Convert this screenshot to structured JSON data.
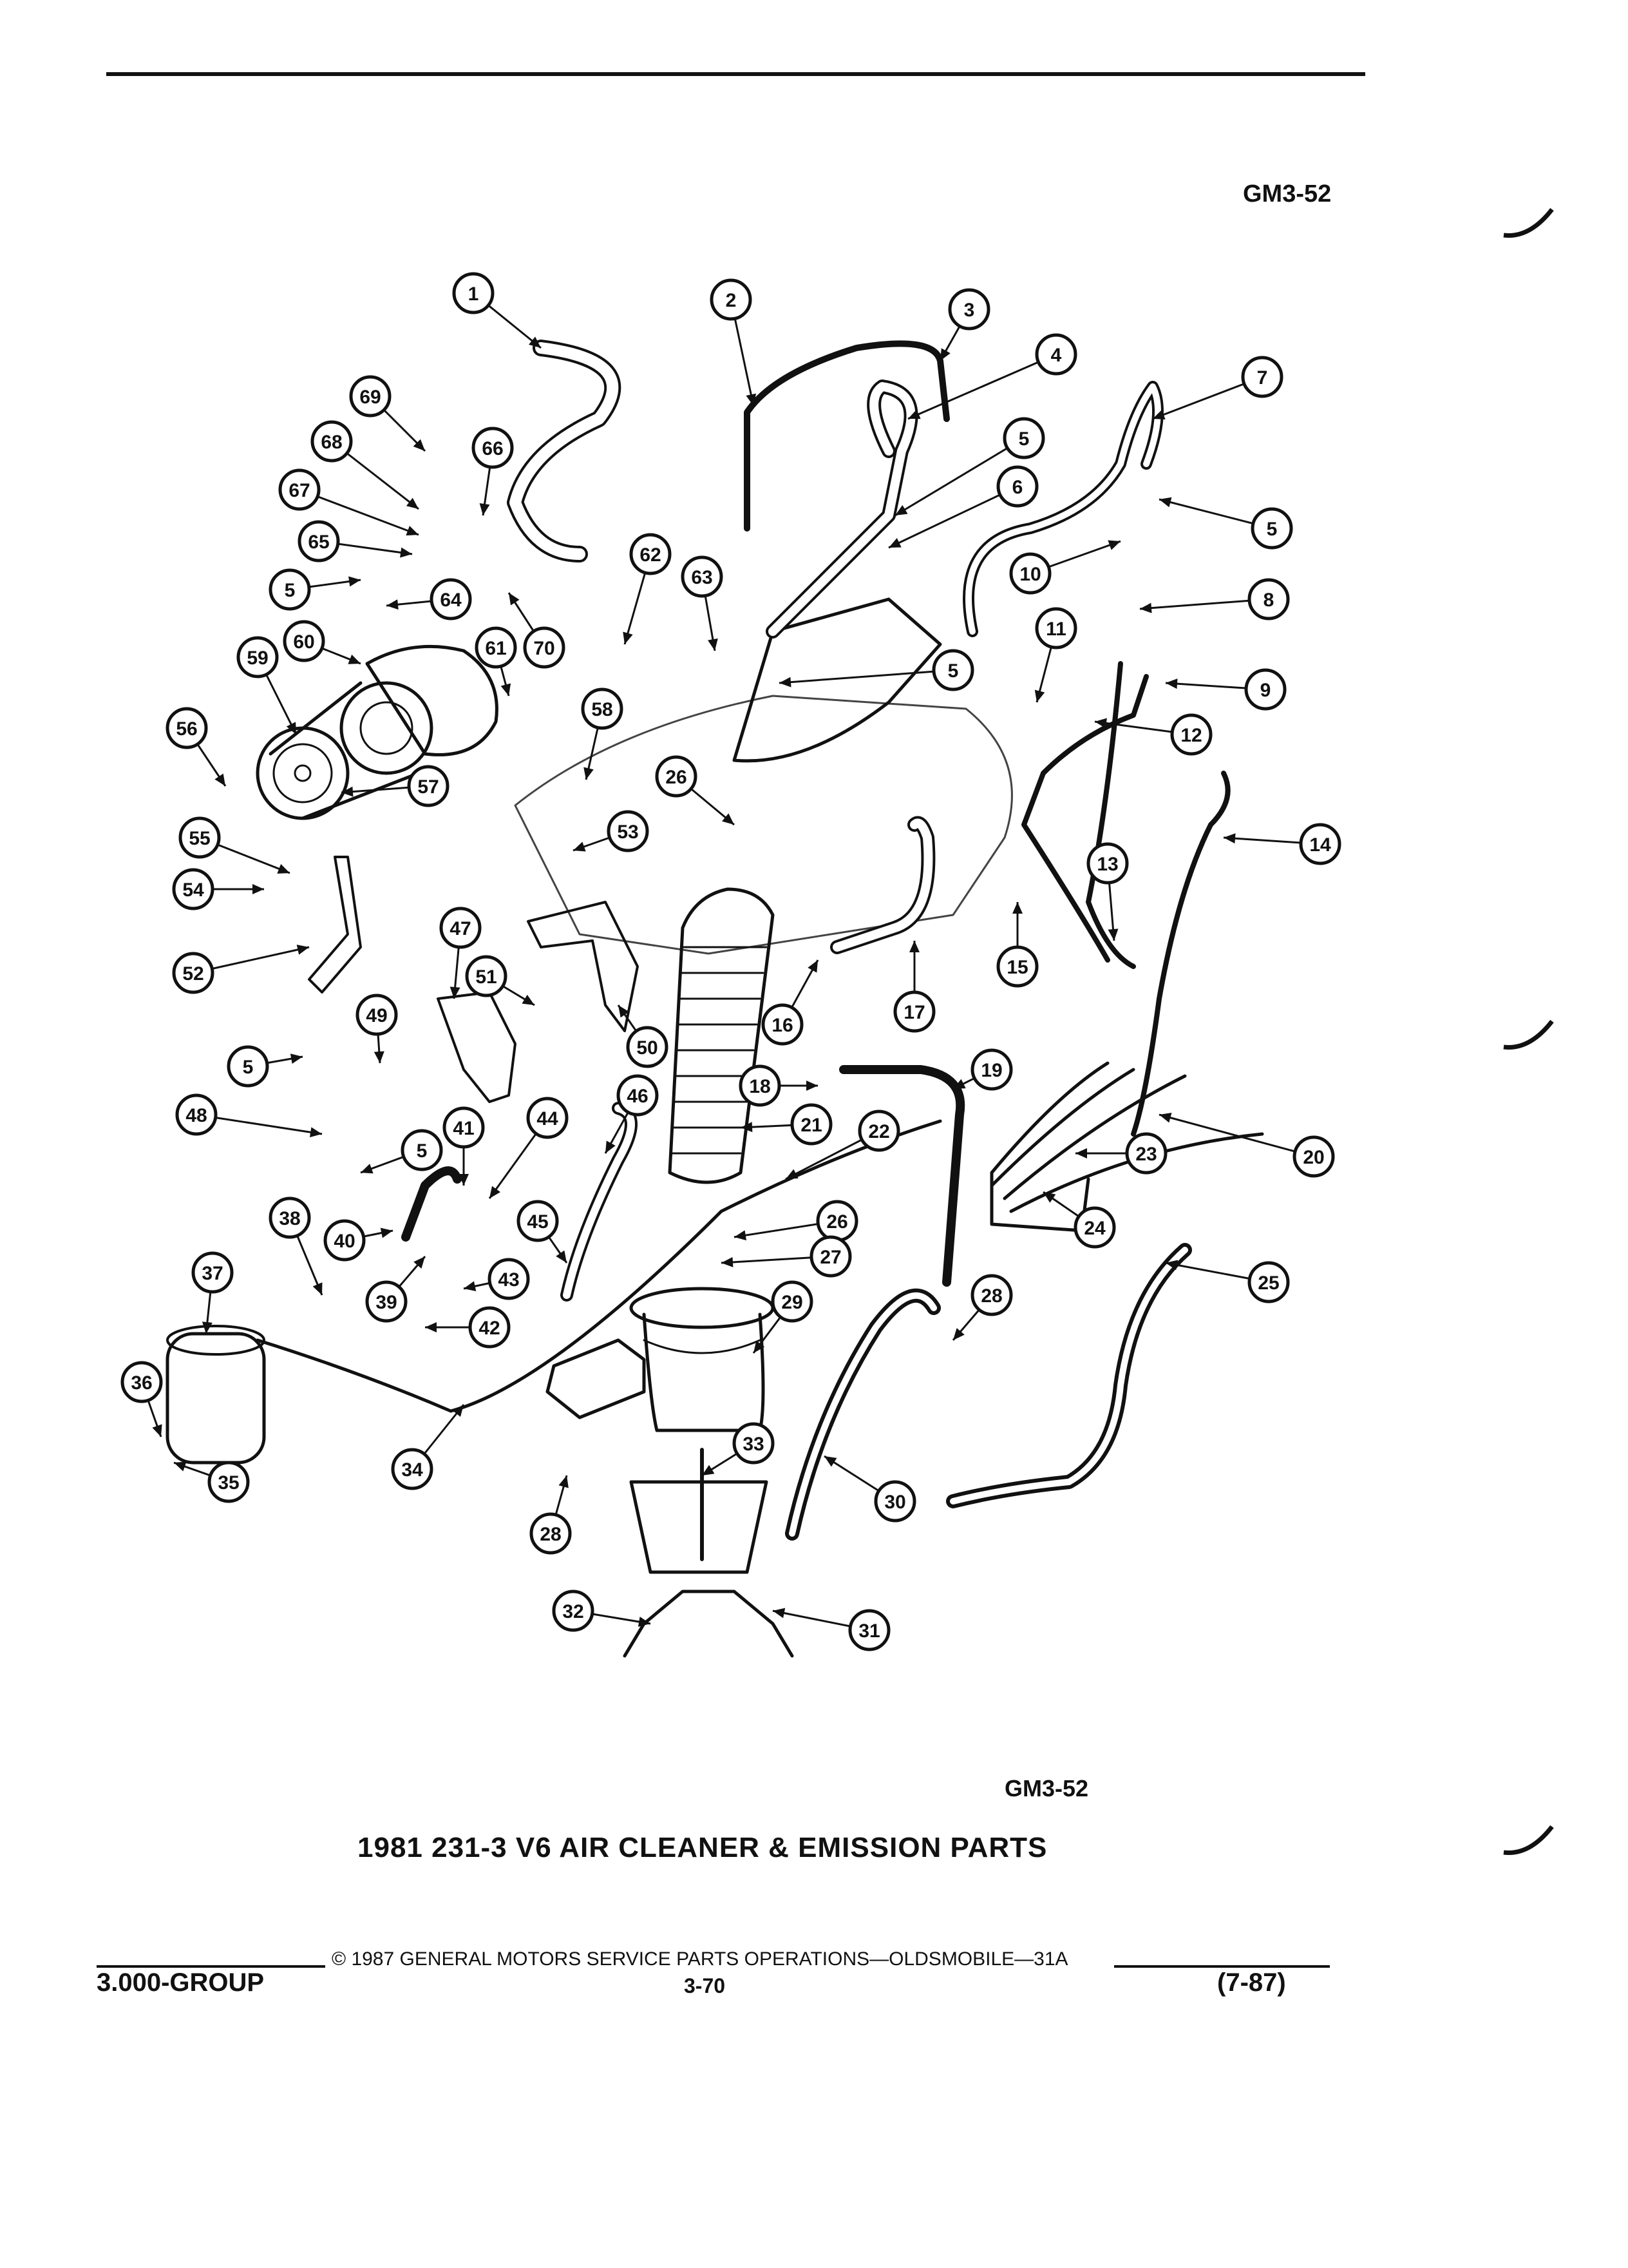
{
  "page_id_top": "GM3-52",
  "caption_id": "GM3-52",
  "caption_title": "1981 231-3 V6 AIR CLEANER & EMISSION PARTS",
  "footer": {
    "copyright": "© 1987 GENERAL MOTORS SERVICE PARTS OPERATIONS—OLDSMOBILE—31A",
    "group": "3.000-GROUP",
    "page_number": "3-70",
    "date": "(7-87)"
  },
  "callouts": [
    "1",
    "2",
    "3",
    "4",
    "5",
    "6",
    "7",
    "8",
    "9",
    "10",
    "11",
    "12",
    "13",
    "14",
    "15",
    "16",
    "17",
    "18",
    "19",
    "20",
    "21",
    "22",
    "23",
    "24",
    "25",
    "26",
    "27",
    "28",
    "29",
    "30",
    "31",
    "32",
    "33",
    "34",
    "35",
    "36",
    "37",
    "38",
    "39",
    "40",
    "41",
    "42",
    "43",
    "44",
    "45",
    "46",
    "47",
    "48",
    "49",
    "50",
    "51",
    "52",
    "53",
    "54",
    "55",
    "56",
    "57",
    "58",
    "59",
    "60",
    "61",
    "62",
    "63",
    "64",
    "65",
    "66",
    "67",
    "68",
    "69",
    "70"
  ]
}
